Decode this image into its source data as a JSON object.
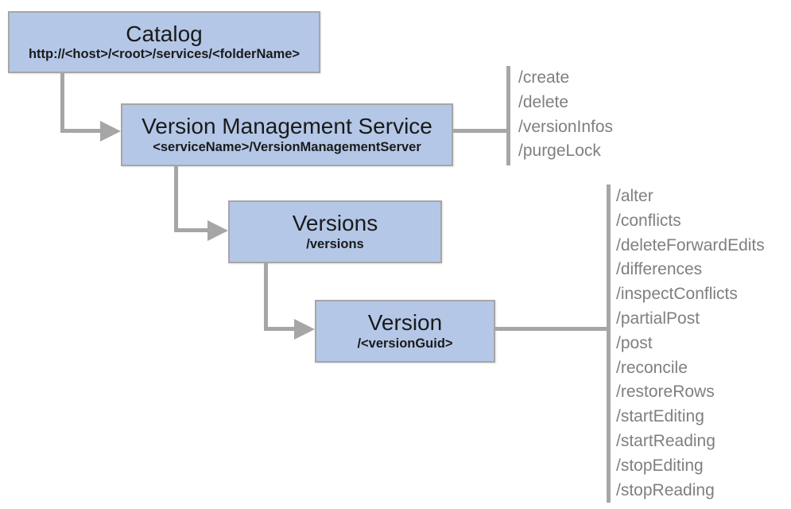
{
  "diagram": {
    "nodes": {
      "catalog": {
        "title": "Catalog",
        "subtitle": "http://<host>/<root>/services/<folderName>"
      },
      "vms": {
        "title": "Version Management Service",
        "subtitle": "<serviceName>/VersionManagementServer"
      },
      "versions": {
        "title": "Versions",
        "subtitle": "/versions"
      },
      "version": {
        "title": "Version",
        "subtitle": "/<versionGuid>"
      }
    },
    "vms_operations": [
      "/create",
      "/delete",
      "/versionInfos",
      "/purgeLock"
    ],
    "version_operations": [
      "/alter",
      "/conflicts",
      "/deleteForwardEdits",
      "/differences",
      "/inspectConflicts",
      "/partialPost",
      "/post",
      "/reconcile",
      "/restoreRows",
      "/startEditing",
      "/startReading",
      "/stopEditing",
      "/stopReading"
    ],
    "colors": {
      "node_fill": "#b4c7e7",
      "node_border": "#a6a6a6",
      "connector": "#a6a6a6",
      "op_text": "#7f7f7f",
      "title_text": "#1a1a1a"
    }
  }
}
